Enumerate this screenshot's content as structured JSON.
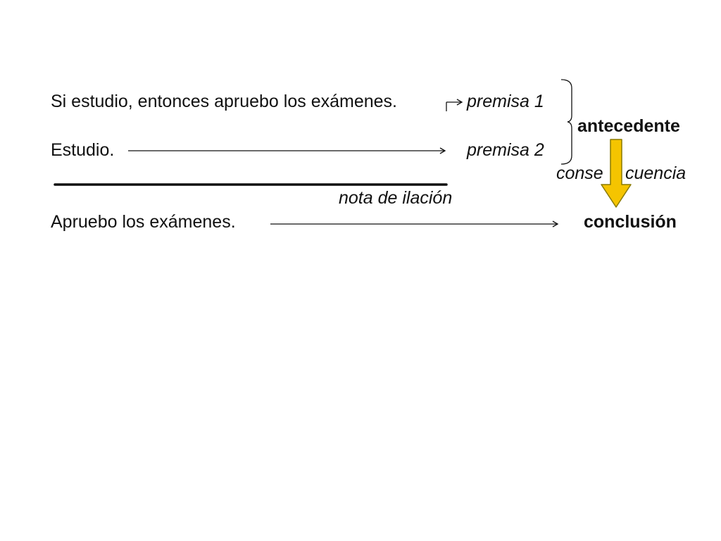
{
  "premise1": {
    "sentence": "Si estudio, entonces apruebo los exámenes.",
    "label": "premisa 1"
  },
  "premise2": {
    "sentence": "Estudio.",
    "label": "premisa 2"
  },
  "group_label": "antecedente",
  "consequence": {
    "part1": "conse",
    "part2": "cuencia"
  },
  "inference_label": "nota de ilación",
  "conclusion": {
    "sentence": "Apruebo los exámenes.",
    "label": "conclusión"
  },
  "colors": {
    "arrow_fill": "#F5C400",
    "arrow_stroke": "#8A7A00",
    "ink": "#111111"
  },
  "icons": {
    "bracket": "right-curly-bracket-icon",
    "down_arrow": "down-arrow-icon"
  }
}
